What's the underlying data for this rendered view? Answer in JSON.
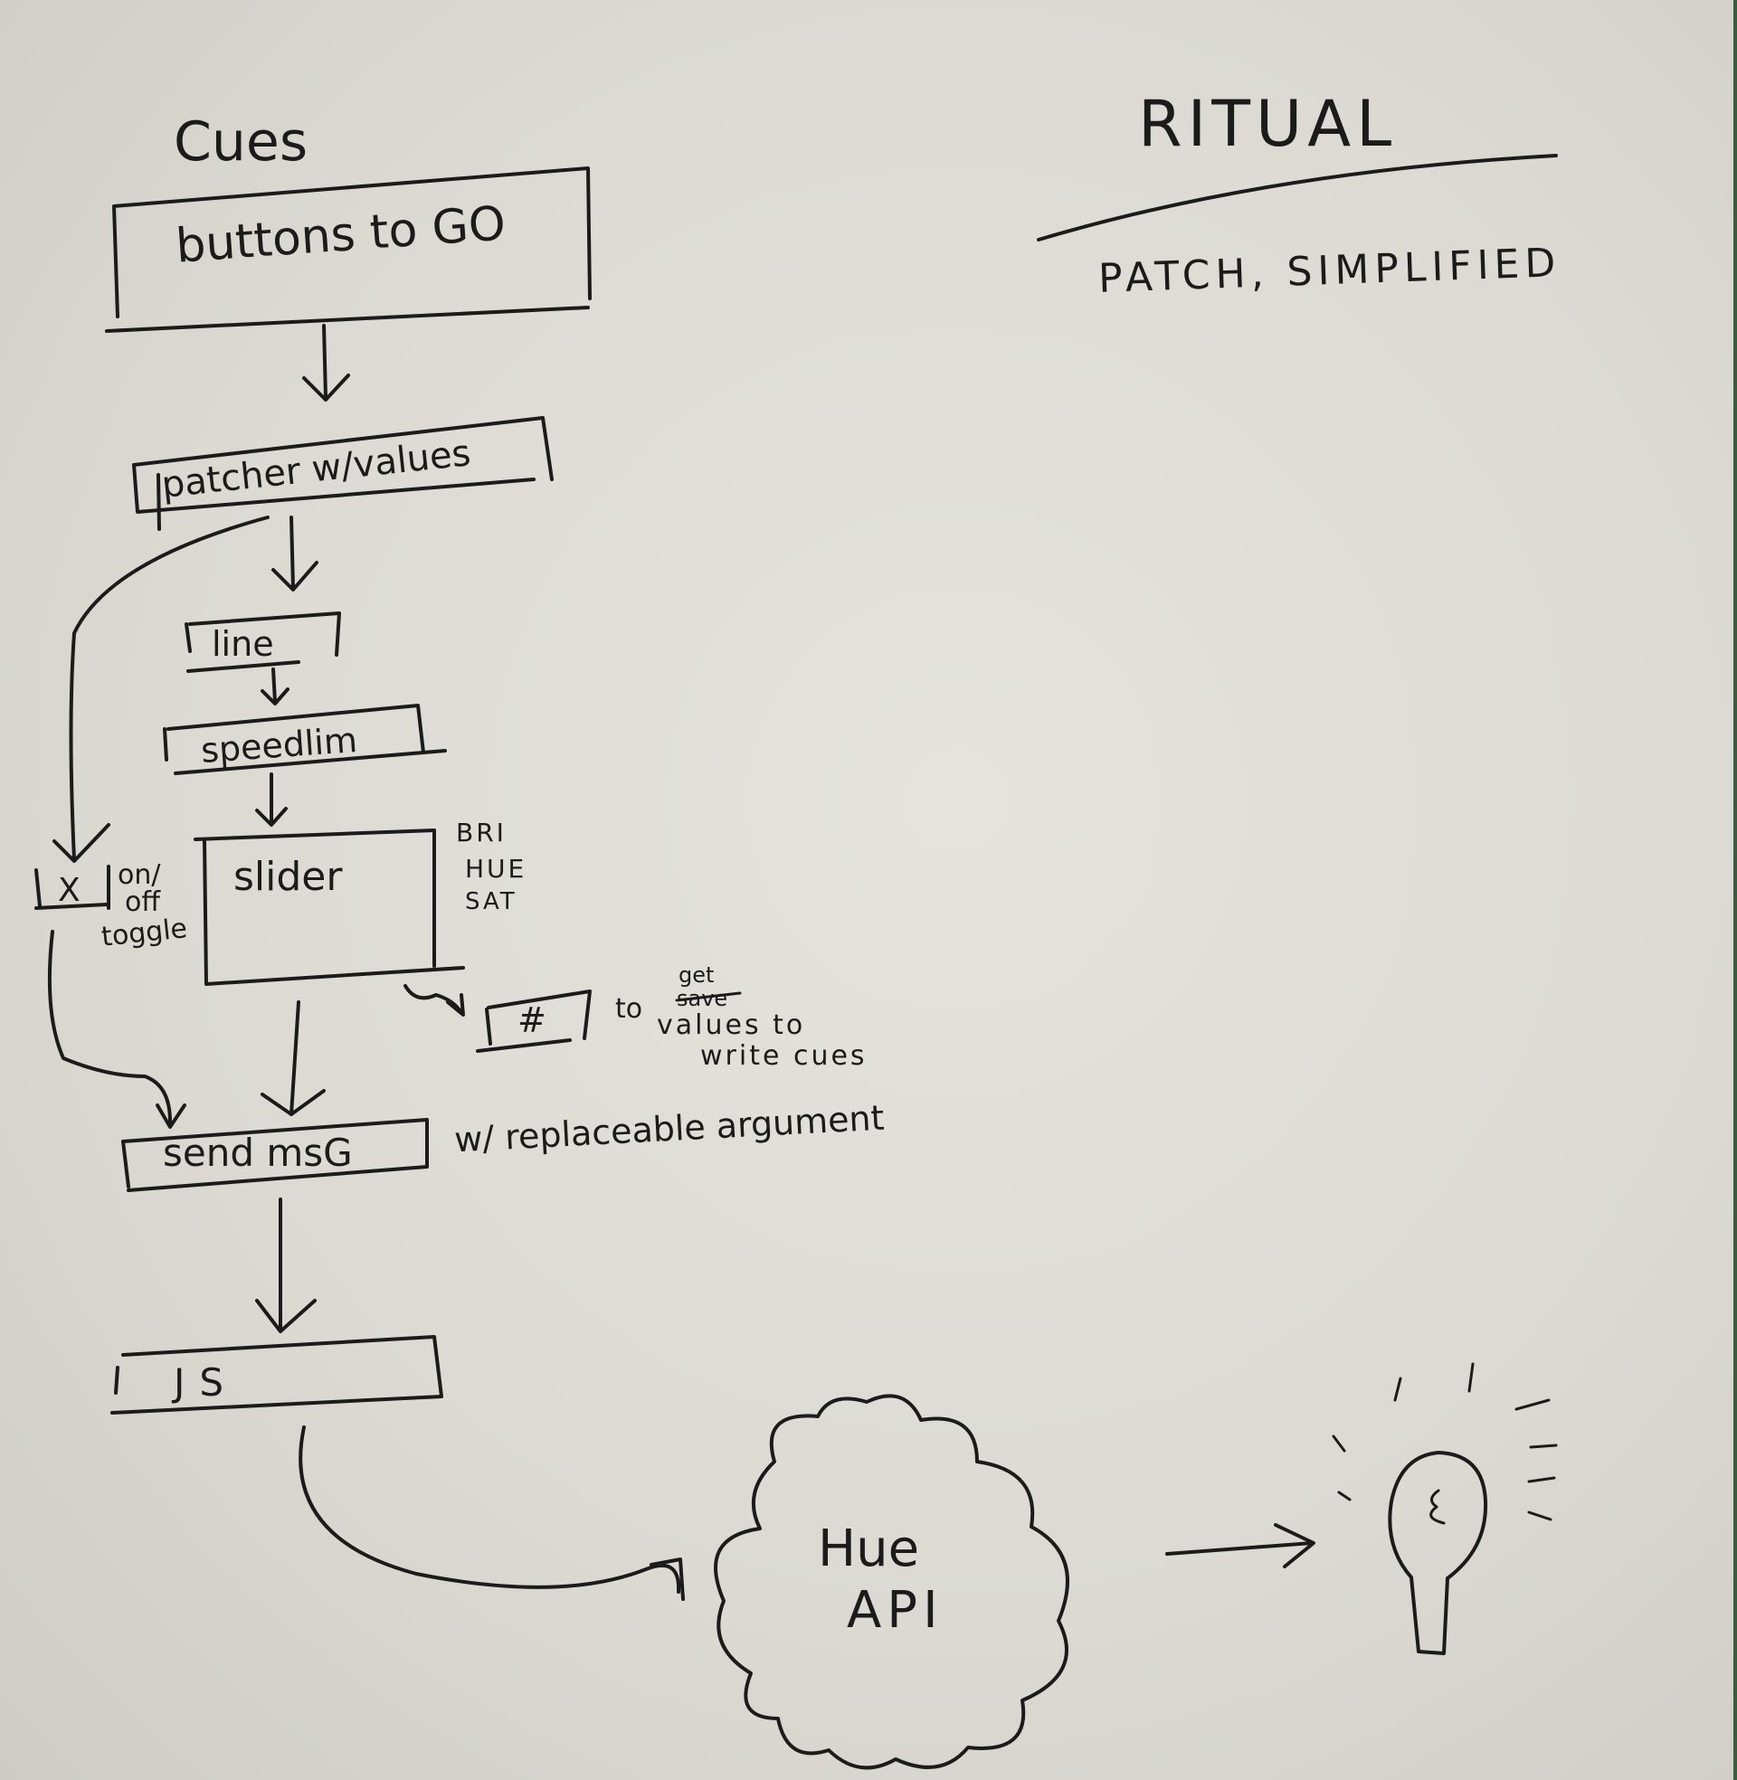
{
  "title": "Ritual",
  "subtitle": "Patch, Simplified",
  "section_label": "Cues",
  "nodes": {
    "buttons": "buttons to GO",
    "patcher": "patcher w/values",
    "line": "line",
    "speedlim": "speedlim",
    "slider": "slider",
    "toggle": "X",
    "number": "#",
    "sendmsg": "send msG",
    "js": "JS",
    "hue_api_line1": "Hue",
    "hue_api_line2": "API"
  },
  "annotations": {
    "toggle_note": [
      "on/",
      "off",
      "toggle"
    ],
    "slider_params": [
      "BRI",
      "HUE",
      "SAT"
    ],
    "number_note_to": "to",
    "number_note_word_new": "get",
    "number_note_word_struck": "save",
    "number_note_line2": "values to",
    "number_note_line3": "write cues",
    "send_note": "w/ replaceable argument"
  },
  "icons": [
    "lightbulb-icon"
  ],
  "colors": {
    "paper": "#dedbd6",
    "ink": "#1b1b1b",
    "edge": "#3d5a3d"
  }
}
